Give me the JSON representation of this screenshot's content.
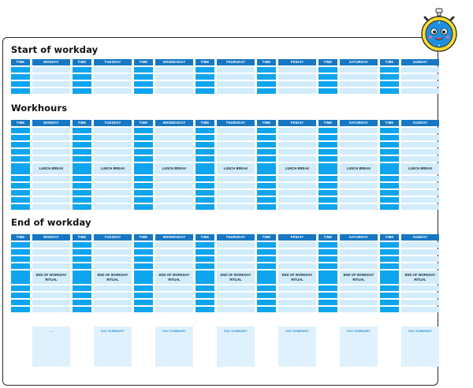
{
  "sections": {
    "start": {
      "title": "Start of workday"
    },
    "workhours": {
      "title": "Workhours",
      "break_label": "LUNCH BREAK"
    },
    "end": {
      "title": "End of workday",
      "ritual_label": "END OF WORKDAY RITUAL",
      "summary_label": "DAY SUMMARY",
      "first_summary_label": "....."
    }
  },
  "time_label": "TIME",
  "days": [
    "MONDAY",
    "TUESDAY",
    "WEDNESDAY",
    "THURSDAY",
    "FRIDAY",
    "SATURDAY",
    "SUNDAY"
  ],
  "colors": {
    "header_blue": "#1677c4",
    "time_cell_blue": "#0ea5ee",
    "day_cell_light": "#d2ecfb",
    "summary_light": "#dff1fc",
    "border": "#2a2a2a"
  },
  "icons": [
    "stopwatch-mascot-icon"
  ]
}
